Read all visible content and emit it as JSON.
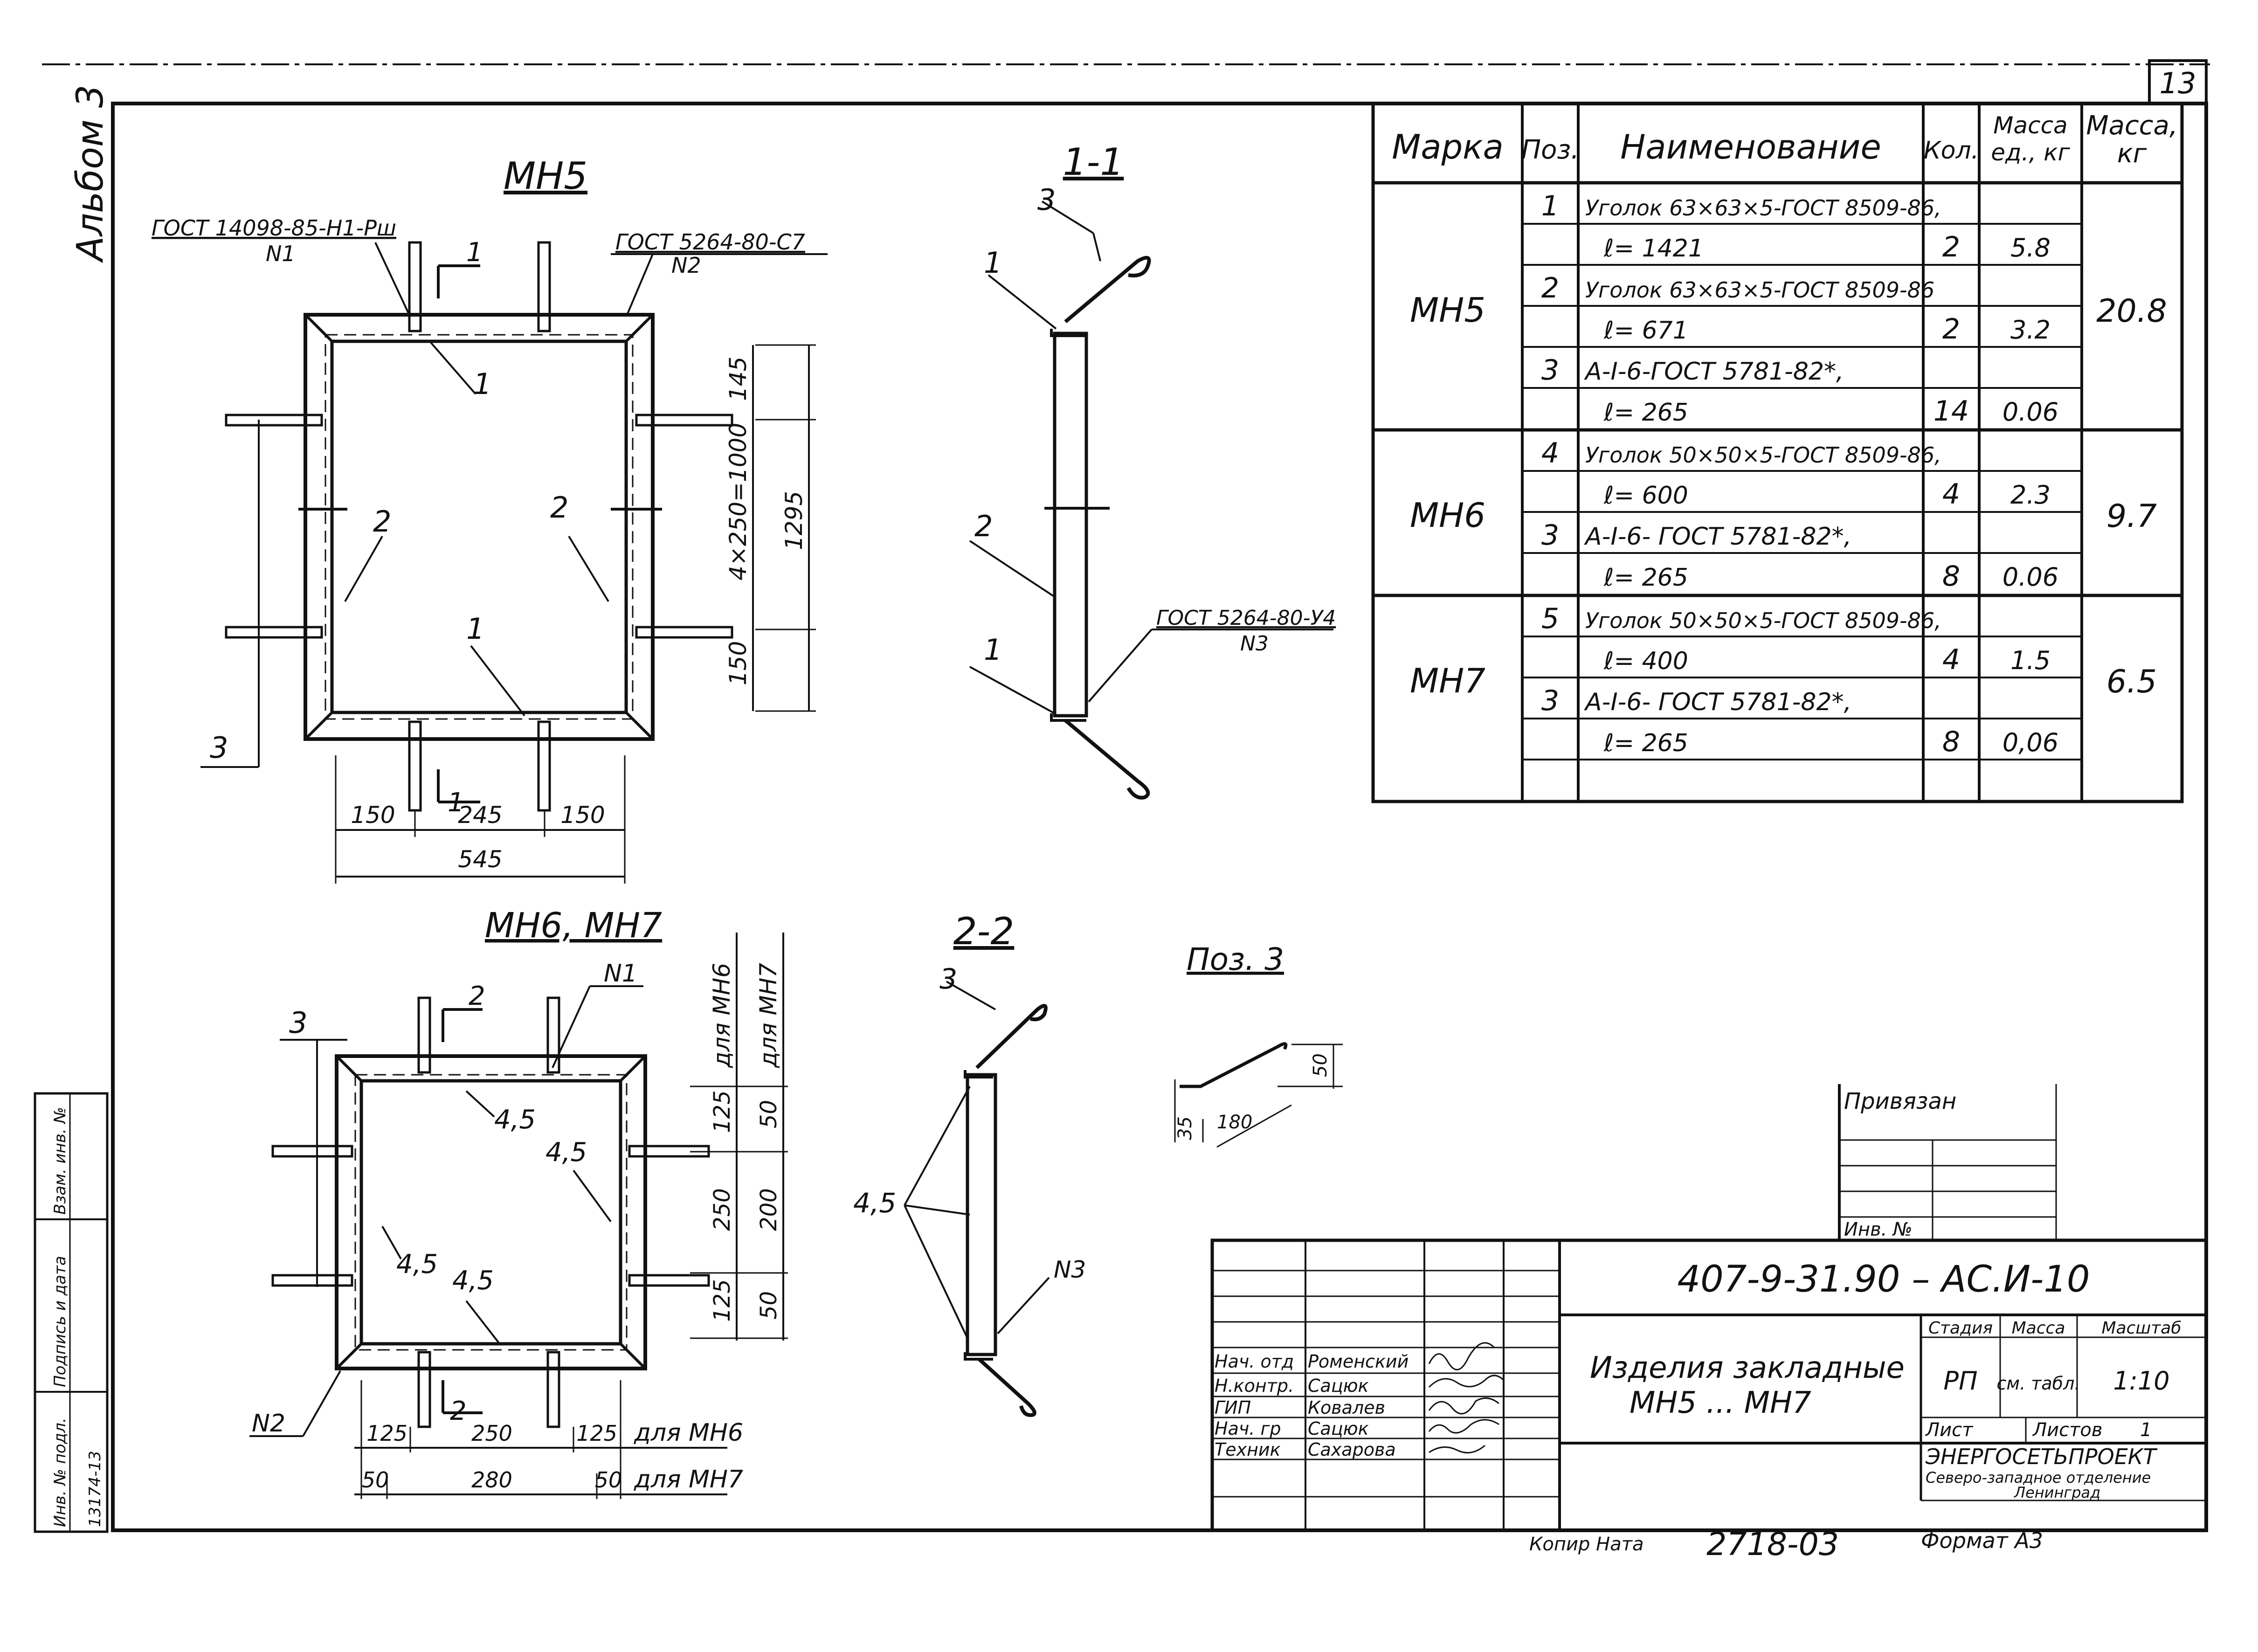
{
  "sheet": {
    "page_number": "13",
    "album_label": "Альбом 3"
  },
  "spec_table": {
    "headers": {
      "mark": "Марка",
      "pos": "Поз.",
      "name": "Наименование",
      "qty": "Кол.",
      "unit_mass": "Масса ед., кг",
      "mass": "Масса, кг"
    },
    "groups": [
      {
        "mark": "МН5",
        "mass": "20.8",
        "items": [
          {
            "pos": "1",
            "name": "Уголок 63×63×5-ГОСТ 8509-86,",
            "length": "ℓ= 1421",
            "qty": "2",
            "unit_mass": "5.8"
          },
          {
            "pos": "2",
            "name": "Уголок 63×63×5-ГОСТ 8509-86",
            "length": "ℓ= 671",
            "qty": "2",
            "unit_mass": "3.2"
          },
          {
            "pos": "3",
            "name": "А-I-6-ГОСТ 5781-82*,",
            "length": "ℓ= 265",
            "qty": "14",
            "unit_mass": "0.06"
          }
        ]
      },
      {
        "mark": "МН6",
        "mass": "9.7",
        "items": [
          {
            "pos": "4",
            "name": "Уголок 50×50×5-ГОСТ 8509-86,",
            "length": "ℓ= 600",
            "qty": "4",
            "unit_mass": "2.3"
          },
          {
            "pos": "3",
            "name": "А-I-6- ГОСТ 5781-82*,",
            "length": "ℓ= 265",
            "qty": "8",
            "unit_mass": "0.06"
          }
        ]
      },
      {
        "mark": "МН7",
        "mass": "6.5",
        "items": [
          {
            "pos": "5",
            "name": "Уголок 50×50×5-ГОСТ 8509-86,",
            "length": "ℓ= 400",
            "qty": "4",
            "unit_mass": "1.5"
          },
          {
            "pos": "3",
            "name": "А-I-6- ГОСТ 5781-82*,",
            "length": "ℓ= 265",
            "qty": "8",
            "unit_mass": "0,06"
          }
        ]
      }
    ]
  },
  "view_mh5": {
    "title": "МН5",
    "callout_left": "ГОСТ 14098-85-Н1-Рш",
    "callout_left_sub": "N1",
    "callout_right": "ГОСТ 5264-80-С7",
    "callout_right_sub": "N2",
    "section_mark": "1",
    "dim_top": "145",
    "dim_mid": "4×250=1000",
    "dim_bottom": "150",
    "dim_total": "1295",
    "dim_b_left": "150",
    "dim_b_mid": "245",
    "dim_b_right": "150",
    "dim_b_total": "545",
    "pos_top": "1",
    "pos_bottom": "1",
    "pos_left": "2",
    "pos_right": "2",
    "pos_anchor": "3"
  },
  "view_mh67": {
    "title": "МН6, МН7",
    "section_mark": "2",
    "weld": "N1",
    "weld2": "N2",
    "pos_anchor": "3",
    "pos_tl": "4,5",
    "pos_tr": "4,5",
    "pos_l": "4,5",
    "pos_b": "4,5",
    "col_mh6": "для МН6",
    "col_mh7": "для МН7",
    "v_mh6": [
      "125",
      "250",
      "125"
    ],
    "v_mh7": [
      "50",
      "200",
      "50"
    ],
    "h_mh6": [
      "125",
      "250",
      "125"
    ],
    "h_mh7": [
      "50",
      "280",
      "50"
    ],
    "h_mh6_label": "для МН6",
    "h_mh7_label": "для МН7"
  },
  "section_11": {
    "title": "1-1",
    "pos_top": "3",
    "pos_angle_top": "1",
    "pos_mid": "2",
    "pos_angle_bottom": "1",
    "weld": "ГОСТ 5264-80-У4",
    "weld_sub": "N3"
  },
  "section_22": {
    "title": "2-2",
    "pos_top": "3",
    "pos_left": "4,5",
    "weld": "N3"
  },
  "pos3_detail": {
    "title": "Поз. 3",
    "dim_a": "35",
    "dim_b": "180",
    "dim_c": "50"
  },
  "title_block": {
    "privyazan": "Привязан",
    "inv_no": "Инв. №",
    "doc_code": "407-9-31.90 – АС.И-10",
    "title_line1": "Изделия  закладные",
    "title_line2": "МН5 ... МН7",
    "stage_hdr": "Стадия",
    "mass_hdr": "Масса",
    "scale_hdr": "Масштаб",
    "stage": "РП",
    "mass": "см. табл.",
    "scale": "1:10",
    "sheet_lbl": "Лист",
    "sheets_lbl": "Листов",
    "sheets_val": "1",
    "company_1": "ЭНЕРГОСЕТЬПРОЕКТ",
    "company_2": "Северо-западное отделение",
    "company_3": "Ленинград",
    "staff": [
      {
        "role": "Нач. отд",
        "name": "Роменский"
      },
      {
        "role": "Н.контр.",
        "name": "Сацюк"
      },
      {
        "role": "ГИП",
        "name": "Ковалев"
      },
      {
        "role": "Нач. гр",
        "name": "Сацюк"
      },
      {
        "role": "Техник",
        "name": "Сахарова"
      }
    ],
    "copied": "Копир  Ната",
    "order_no": "2718-03",
    "format": "Формат А3"
  },
  "side_stamp": {
    "inv_podl": "Инв. № подл.",
    "sign_date": "Подпись и дата",
    "vzam": "Взам. инв. №",
    "code": "13174-13"
  }
}
